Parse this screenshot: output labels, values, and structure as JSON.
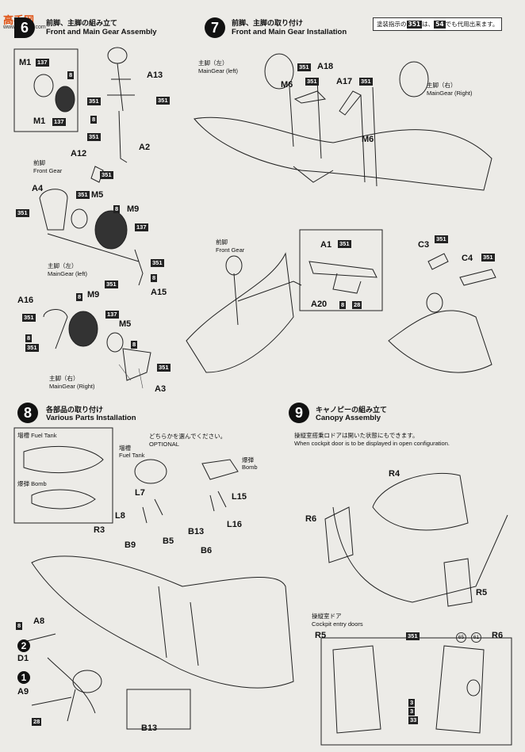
{
  "watermark": {
    "site": "高手网",
    "url": "www.sintoyz.com"
  },
  "note": {
    "code_a": "351",
    "code_b": "54",
    "text_a": "塗装指示の",
    "text_b": "は、",
    "text_c": "でも代用出来ます。"
  },
  "steps": [
    {
      "num": "6",
      "jp": "前脚、主脚の組み立て",
      "en": "Front and Main Gear Assembly"
    },
    {
      "num": "7",
      "jp": "前脚、主脚の取り付け",
      "en": "Front and Main Gear Installation"
    },
    {
      "num": "8",
      "jp": "各部品の取り付け",
      "en": "Various Parts Installation"
    },
    {
      "num": "9",
      "jp": "キャノピーの組み立て",
      "en": "Canopy Assembly"
    }
  ],
  "step6": {
    "labels": [
      "M1",
      "M1",
      "A13",
      "A2",
      "A12",
      "A4",
      "M5",
      "M9",
      "A15",
      "A16",
      "M9",
      "M5",
      "A3"
    ],
    "codes": [
      "137",
      "8",
      "137",
      "351",
      "351",
      "8",
      "351",
      "351",
      "351",
      "351",
      "8",
      "137",
      "351",
      "8",
      "351",
      "8",
      "137",
      "351",
      "8",
      "351",
      "8",
      "351"
    ],
    "front_gear_jp": "前脚",
    "front_gear_en": "Front Gear",
    "main_left_jp": "主脚（左）",
    "main_left_en": "MainGear (left)",
    "main_right_jp": "主脚（右）",
    "main_right_en": "MainGear (Right)"
  },
  "step7": {
    "labels": [
      "M6",
      "A18",
      "A17",
      "M6",
      "A1",
      "A20",
      "C3",
      "C4"
    ],
    "codes": [
      "351",
      "351",
      "351",
      "351",
      "8",
      "28",
      "351",
      "351"
    ],
    "main_left_jp": "主脚（左）",
    "main_left_en": "MainGear (left)",
    "main_right_jp": "主脚（右）",
    "main_right_en": "MainGear (Right)",
    "front_gear_jp": "前脚",
    "front_gear_en": "Front Gear"
  },
  "step8": {
    "inset_fuel_jp": "増槽",
    "inset_fuel_en": "Fuel Tank",
    "inset_bomb_jp": "爆弾",
    "inset_bomb_en": "Bomb",
    "optional_jp": "どちらかを選んでください。",
    "optional_en": "OPTIONAL",
    "fuel_jp": "増槽",
    "fuel_en": "Fuel Tank",
    "bomb_jp": "爆弾",
    "bomb_en": "Bomb",
    "labels": [
      "L7",
      "L15",
      "L8",
      "L16",
      "R3",
      "B13",
      "B9",
      "B5",
      "B6",
      "A8",
      "D1",
      "A9",
      "B13"
    ],
    "codes": [
      "8",
      "28"
    ],
    "marker_2": "2",
    "marker_1": "1"
  },
  "step9": {
    "open_jp": "操縦室搭乗ロドアは開いた状態にもできます。",
    "open_en": "When cockpit door is to be displayed in open configuration.",
    "labels": [
      "R4",
      "R6",
      "R5"
    ],
    "doors_jp": "操縦室ドア",
    "doors_en": "Cockpit entry doors",
    "door_labels": [
      "R5",
      "R6"
    ],
    "door_codes": [
      "351",
      "3",
      "3",
      "33"
    ],
    "door_circles": [
      "65",
      "61"
    ]
  }
}
